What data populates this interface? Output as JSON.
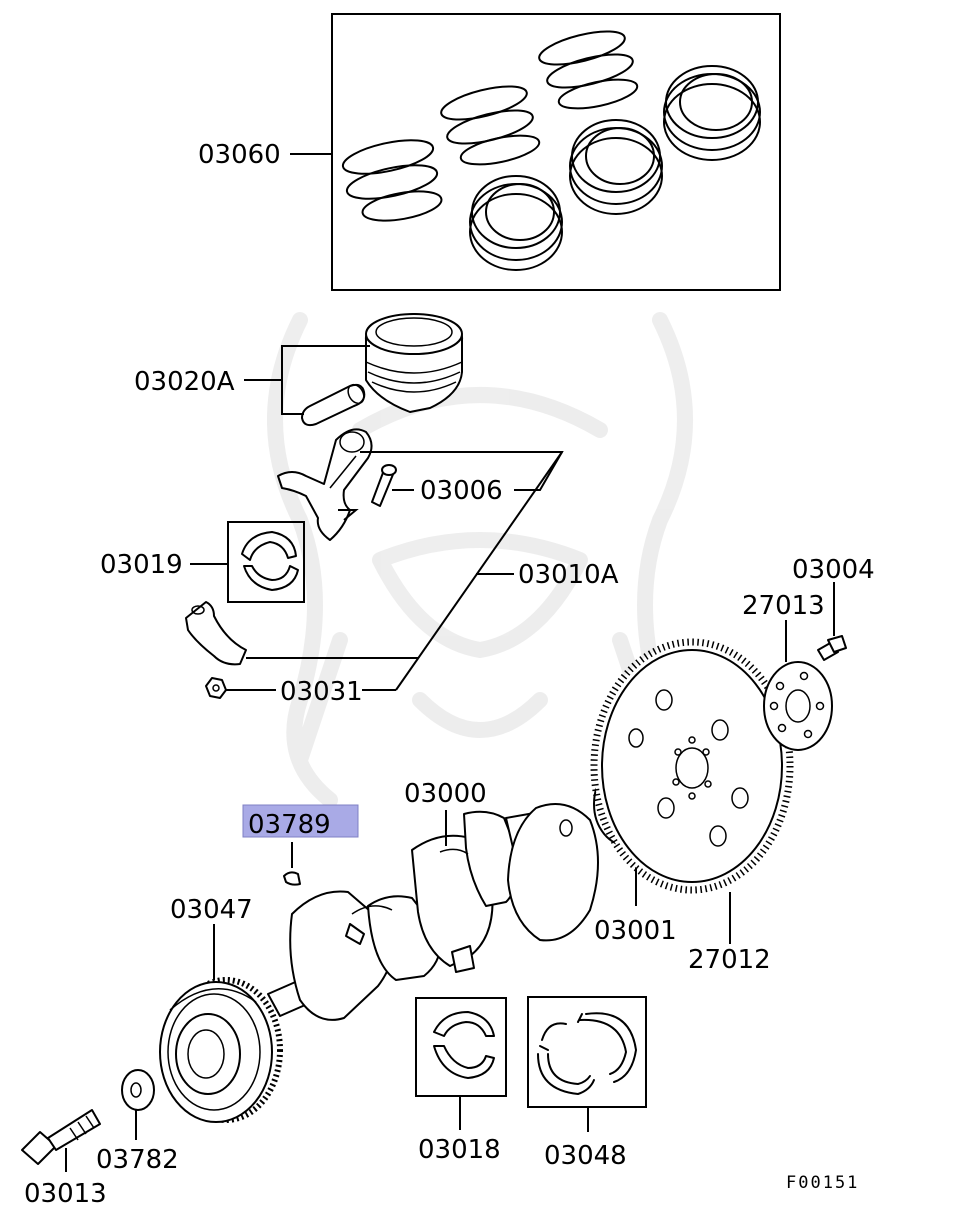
{
  "diagram": {
    "footer_code": "F00151",
    "highlight_color": "#a9aae6",
    "parts": {
      "piston_ring_set": "03060",
      "piston_and_pin": "03020A",
      "rod_bolt": "03006",
      "rod_bearing": "03019",
      "connecting_rod_assy": "03010A",
      "rod_nut": "03031",
      "woodruff_key": "03789",
      "crankshaft": "03000",
      "crank_pulley": "03047",
      "adapter_plate": "03001",
      "flywheel": "27012",
      "flywheel_plate": "27013",
      "flywheel_bolt": "03004",
      "main_bearing": "03018",
      "thrust_washer": "03048",
      "pulley_washer": "03782",
      "pulley_bolt": "03013"
    }
  }
}
